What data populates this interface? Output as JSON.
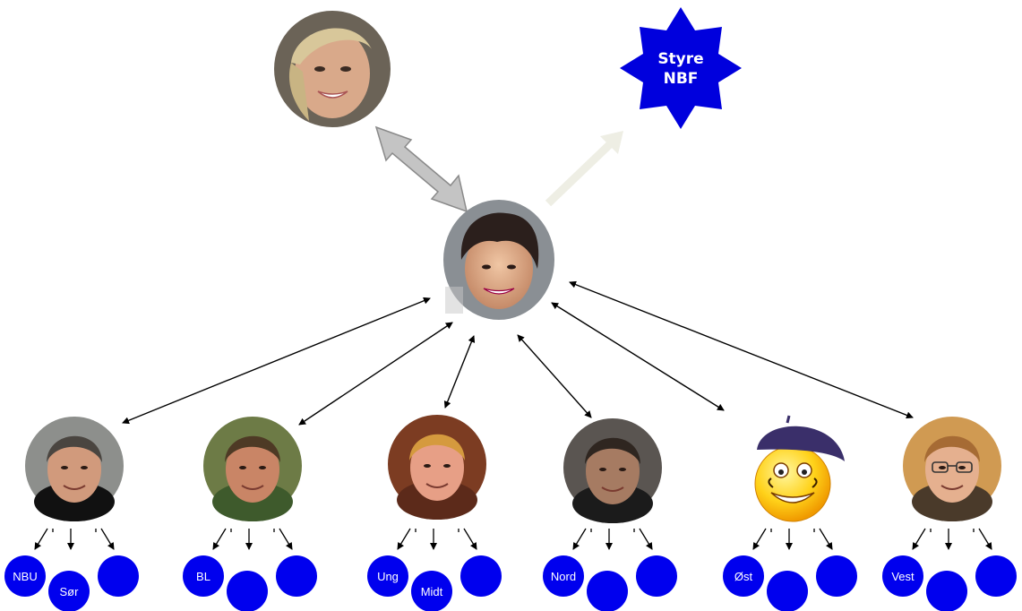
{
  "board": {
    "line1": "Styre",
    "line2": "NBF"
  },
  "top_person": {
    "photo": "photo-woman-blonde"
  },
  "center_person": {
    "photo": "photo-woman-dark-hair"
  },
  "colors": {
    "node_blue": "#0000ee",
    "star_blue": "#0000dd",
    "gray_arrow": "#c4c4c4",
    "faint_arrow": "#eeeee4"
  },
  "groups": [
    {
      "photo": "photo-man-gray-hair",
      "subs": [
        "NBU",
        "Sør",
        ""
      ]
    },
    {
      "photo": "photo-man-brown-hair",
      "subs": [
        "BL",
        "",
        ""
      ]
    },
    {
      "photo": "photo-woman-red-hair",
      "subs": [
        "Ung",
        "Midt",
        ""
      ]
    },
    {
      "photo": "photo-man-looking-down",
      "subs": [
        "Nord",
        "",
        ""
      ]
    },
    {
      "photo": "smiley-beret-emoji",
      "subs": [
        "Øst",
        "",
        ""
      ]
    },
    {
      "photo": "photo-man-glasses",
      "subs": [
        "Vest",
        "",
        ""
      ]
    }
  ]
}
